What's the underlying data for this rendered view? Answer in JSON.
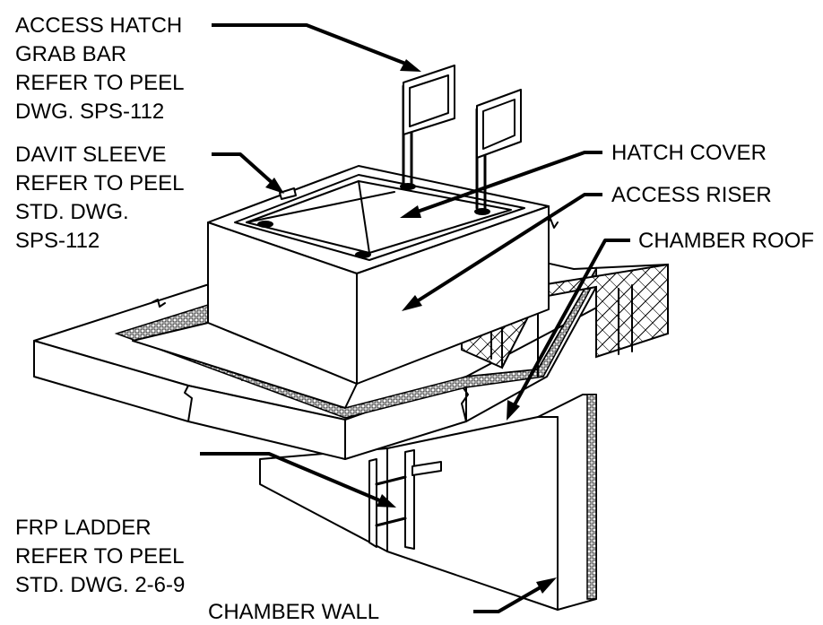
{
  "labels": {
    "grab_bar": [
      "ACCESS HATCH",
      "GRAB BAR",
      "REFER TO PEEL",
      "DWG. SPS-112"
    ],
    "davit_sleeve": [
      "DAVIT SLEEVE",
      "REFER TO PEEL",
      "STD. DWG.",
      "SPS-112"
    ],
    "hatch_cover": "HATCH COVER",
    "access_riser": "ACCESS RISER",
    "chamber_roof": "CHAMBER ROOF",
    "frp_ladder": [
      "FRP LADDER",
      "REFER TO PEEL",
      "STD. DWG. 2-6-9"
    ],
    "chamber_wall": "CHAMBER WALL"
  },
  "colors": {
    "line": "#000000",
    "background": "#ffffff"
  }
}
